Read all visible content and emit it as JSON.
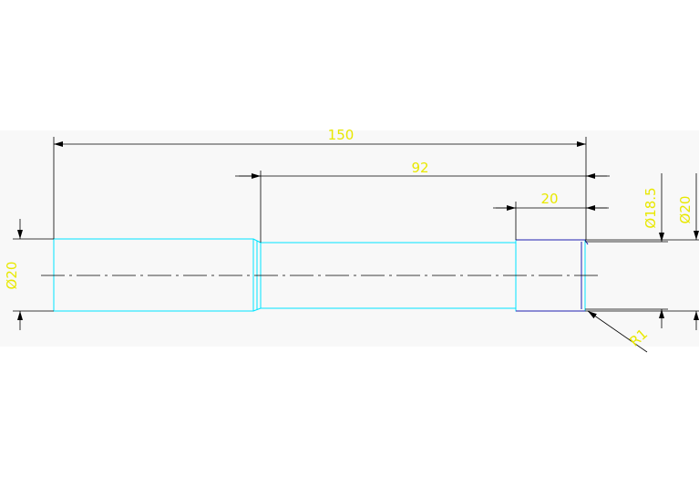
{
  "colors": {
    "paper": "#ffffff",
    "band": "#f8f8f8",
    "outline": "#00e5ff",
    "dimension": "#000000",
    "text": "#e8e800",
    "chamfer": "#2020b0"
  },
  "dimensions": {
    "total_length": "150",
    "length_92": "92",
    "length_20": "20",
    "dia_left": "Ø20",
    "dia_right_inner": "Ø18.5",
    "dia_right_outer": "Ø20",
    "radius": "R1"
  }
}
